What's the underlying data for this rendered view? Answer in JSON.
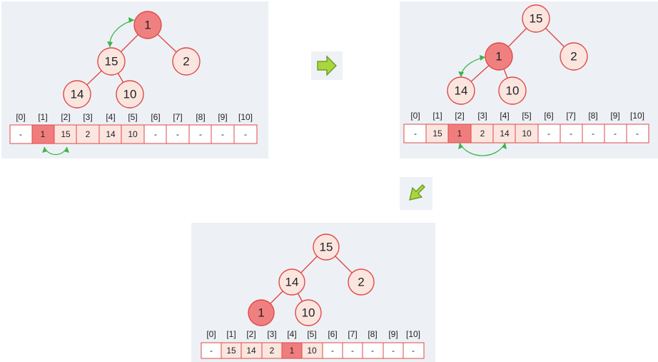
{
  "colors": {
    "panel_bg": "#edf1f5",
    "node_fill": "#fbe6df",
    "node_highlight": "#f08080",
    "cell_fill": "#fbe6df",
    "cell_highlight": "#f07d7d",
    "cell_empty": "#ffffff",
    "edge": "#e04848",
    "swap_arrow": "#3bb54a",
    "step_arrow": "#9acd32"
  },
  "index_labels": [
    "[0]",
    "[1]",
    "[2]",
    "[3]",
    "[4]",
    "[5]",
    "[6]",
    "[7]",
    "[8]",
    "[9]",
    "[10]"
  ],
  "panels": [
    {
      "id": "step-1",
      "tree": {
        "root": "1",
        "left": "15",
        "right": "2",
        "left_left": "14",
        "left_right": "10"
      },
      "highlight_node": "root",
      "array": [
        "-",
        "1",
        "15",
        "2",
        "14",
        "10",
        "-",
        "-",
        "-",
        "-",
        "-"
      ],
      "highlight_cell": 1
    },
    {
      "id": "step-2",
      "tree": {
        "root": "15",
        "left": "1",
        "right": "2",
        "left_left": "14",
        "left_right": "10"
      },
      "highlight_node": "left",
      "array": [
        "-",
        "15",
        "1",
        "2",
        "14",
        "10",
        "-",
        "-",
        "-",
        "-",
        "-"
      ],
      "highlight_cell": 2
    },
    {
      "id": "step-3",
      "tree": {
        "root": "15",
        "left": "14",
        "right": "2",
        "left_left": "1",
        "left_right": "10"
      },
      "highlight_node": "left_left",
      "array": [
        "-",
        "15",
        "14",
        "2",
        "1",
        "10",
        "-",
        "-",
        "-",
        "-",
        "-"
      ],
      "highlight_cell": 4
    }
  ],
  "step_arrows": [
    {
      "id": "arrow-right",
      "direction": "right"
    },
    {
      "id": "arrow-down-left",
      "direction": "down-left"
    }
  ]
}
